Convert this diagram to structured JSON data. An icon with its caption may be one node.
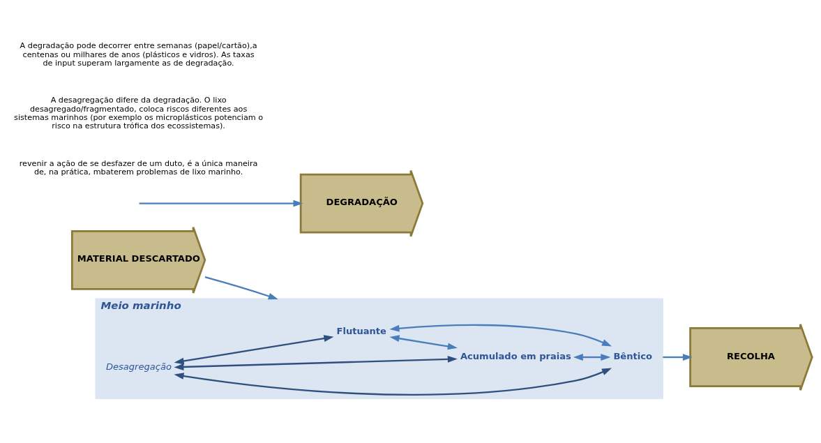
{
  "diagram": {
    "nodes": [
      {
        "text": [
          "MATERIAL DESCARTADO"
        ]
      },
      {
        "text": [
          "Meio marinho"
        ]
      },
      {
        "text": [
          "Flutuante"
        ],
        "in": 1
      },
      {
        "text": [
          "Acumulado em praias"
        ],
        "in": 1
      },
      {
        "text": [
          "Desagregação"
        ],
        "in": 1
      },
      {
        "text": [
          "Bêntico"
        ],
        "in": 1
      },
      {
        "text": [
          "RECOLHA"
        ]
      },
      {
        "text": [
          "DEGRADAÇÃO"
        ]
      }
    ],
    "edges": [
      {
        "from": 0,
        "to": 1,
        "arrow": "to"
      },
      {
        "from": 2,
        "to": 3,
        "arrow": "both"
      },
      {
        "from": 2,
        "to": 5,
        "arrow": "both"
      },
      {
        "from": 4,
        "to": 2,
        "arrow": "both",
        "color": "#2f4f7f"
      },
      {
        "from": 4,
        "to": 3,
        "arrow": "both",
        "color": "#2f4f7f"
      },
      {
        "from": 4,
        "to": 5,
        "arrow": "both",
        "color": "#2f4f7f"
      },
      {
        "from": 3,
        "to": 5,
        "arrow": "both"
      },
      {
        "from": 1,
        "to": 6,
        "arrow": "to"
      },
      {
        "from": null,
        "to": 7,
        "arrow": "to"
      }
    ],
    "labels": [
      "revenir a ação de se desfazer de um duto, é a única maneira de, na prática, mbaterem problemas de lixo marinho.",
      "A desagregação difere da degradação. O lixo desagregado/fragmentado, coloca riscos diferentes aos sistemas marinhos (por exemplo os microplásticos potenciam o risco na estrutura trófica dos ecossistemas).",
      "A degradação pode decorrer entre semanas (papel/cartão),a centenas ou milhares de anos (plásticos e vidros). As taxas de input superam largamente as de degradação."
    ]
  }
}
